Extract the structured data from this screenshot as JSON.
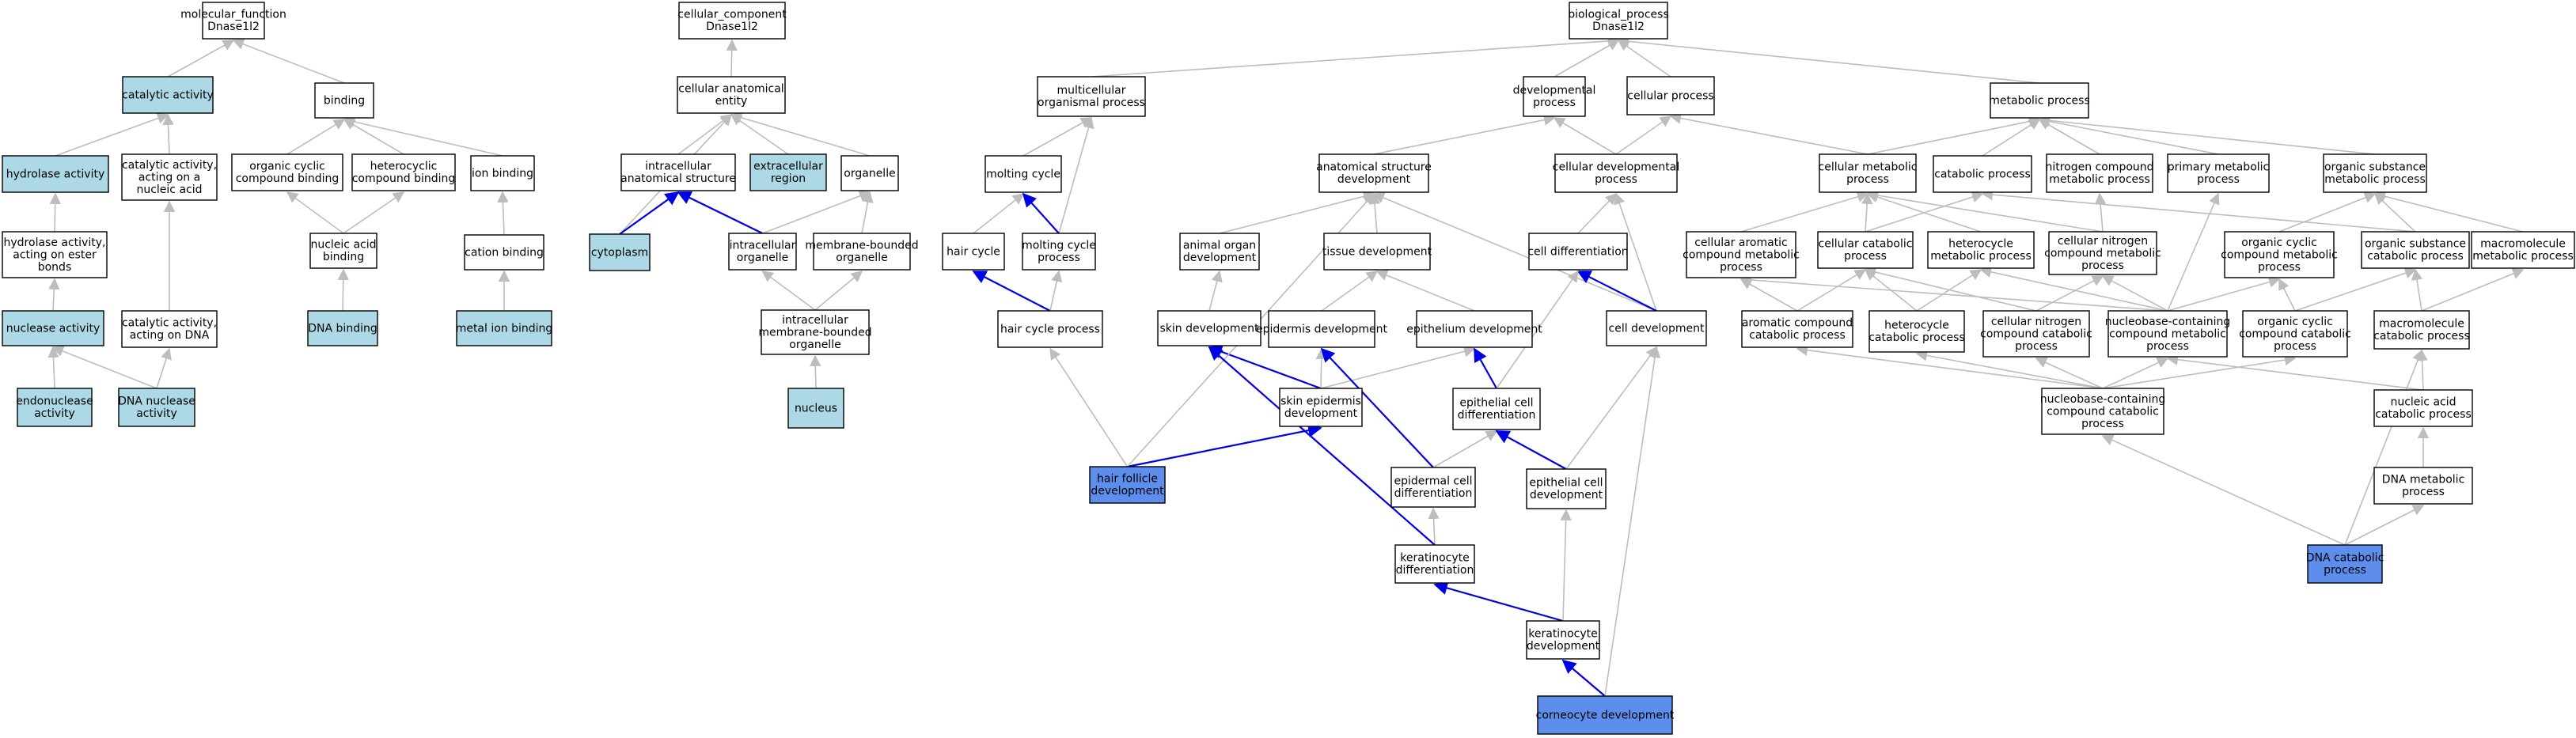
{
  "colors": {
    "plain": "#ffffff",
    "annotated": "#add8e6",
    "highlighted": "#5d8eeb",
    "edge_default": "#bdbdbd",
    "edge_path": "#0000e6"
  },
  "nodes": [
    {
      "id": "mf",
      "kind": "plain",
      "lines": [
        "molecular_function",
        "Dnase1l2"
      ]
    },
    {
      "id": "cat",
      "kind": "annotated",
      "lines": [
        "catalytic activity"
      ]
    },
    {
      "id": "bind",
      "kind": "plain",
      "lines": [
        "binding"
      ]
    },
    {
      "id": "hydro",
      "kind": "annotated",
      "lines": [
        "hydrolase activity"
      ]
    },
    {
      "id": "catnuc",
      "kind": "plain",
      "lines": [
        "catalytic activity,",
        "acting on a",
        "nucleic acid"
      ]
    },
    {
      "id": "ocb",
      "kind": "plain",
      "lines": [
        "organic cyclic",
        "compound binding"
      ]
    },
    {
      "id": "hcb",
      "kind": "plain",
      "lines": [
        "heterocyclic",
        "compound binding"
      ]
    },
    {
      "id": "ionb",
      "kind": "plain",
      "lines": [
        "ion binding"
      ]
    },
    {
      "id": "hydroester",
      "kind": "plain",
      "lines": [
        "hydrolase activity,",
        "acting on ester",
        "bonds"
      ]
    },
    {
      "id": "nab",
      "kind": "plain",
      "lines": [
        "nucleic acid",
        "binding"
      ]
    },
    {
      "id": "cationb",
      "kind": "plain",
      "lines": [
        "cation binding"
      ]
    },
    {
      "id": "nuclease",
      "kind": "annotated",
      "lines": [
        "nuclease activity"
      ]
    },
    {
      "id": "catdna",
      "kind": "plain",
      "lines": [
        "catalytic activity,",
        "acting on DNA"
      ]
    },
    {
      "id": "dnab",
      "kind": "annotated",
      "lines": [
        "DNA binding"
      ]
    },
    {
      "id": "metalb",
      "kind": "annotated",
      "lines": [
        "metal ion binding"
      ]
    },
    {
      "id": "endo",
      "kind": "annotated",
      "lines": [
        "endonuclease",
        "activity"
      ]
    },
    {
      "id": "dnanuc",
      "kind": "annotated",
      "lines": [
        "DNA nuclease",
        "activity"
      ]
    },
    {
      "id": "cc",
      "kind": "plain",
      "lines": [
        "cellular_component",
        "Dnase1l2"
      ]
    },
    {
      "id": "cae",
      "kind": "plain",
      "lines": [
        "cellular anatomical",
        "entity"
      ]
    },
    {
      "id": "icas",
      "kind": "plain",
      "lines": [
        "intracellular",
        "anatomical structure"
      ]
    },
    {
      "id": "exreg",
      "kind": "annotated",
      "lines": [
        "extracellular",
        "region"
      ]
    },
    {
      "id": "organelle",
      "kind": "plain",
      "lines": [
        "organelle"
      ]
    },
    {
      "id": "cyto",
      "kind": "annotated",
      "lines": [
        "cytoplasm"
      ]
    },
    {
      "id": "icorg",
      "kind": "plain",
      "lines": [
        "intracellular",
        "organelle"
      ]
    },
    {
      "id": "mbo",
      "kind": "plain",
      "lines": [
        "membrane-bounded",
        "organelle"
      ]
    },
    {
      "id": "imbo",
      "kind": "plain",
      "lines": [
        "intracellular",
        "membrane-bounded",
        "organelle"
      ]
    },
    {
      "id": "nucleus",
      "kind": "annotated",
      "lines": [
        "nucleus"
      ]
    },
    {
      "id": "bp",
      "kind": "plain",
      "lines": [
        "biological_process",
        "Dnase1l2"
      ]
    },
    {
      "id": "mop",
      "kind": "plain",
      "lines": [
        "multicellular",
        "organismal process"
      ]
    },
    {
      "id": "devp",
      "kind": "plain",
      "lines": [
        "developmental",
        "process"
      ]
    },
    {
      "id": "cellp",
      "kind": "plain",
      "lines": [
        "cellular process"
      ]
    },
    {
      "id": "metp",
      "kind": "plain",
      "lines": [
        "metabolic process"
      ]
    },
    {
      "id": "moltcyc",
      "kind": "plain",
      "lines": [
        "molting cycle"
      ]
    },
    {
      "id": "asd",
      "kind": "plain",
      "lines": [
        "anatomical structure",
        "development"
      ]
    },
    {
      "id": "cdp",
      "kind": "plain",
      "lines": [
        "cellular developmental",
        "process"
      ]
    },
    {
      "id": "cmp",
      "kind": "plain",
      "lines": [
        "cellular metabolic",
        "process"
      ]
    },
    {
      "id": "catp",
      "kind": "plain",
      "lines": [
        "catabolic process"
      ]
    },
    {
      "id": "ncmp",
      "kind": "plain",
      "lines": [
        "nitrogen compound",
        "metabolic process"
      ]
    },
    {
      "id": "pmp",
      "kind": "plain",
      "lines": [
        "primary metabolic",
        "process"
      ]
    },
    {
      "id": "osmp",
      "kind": "plain",
      "lines": [
        "organic substance",
        "metabolic process"
      ]
    },
    {
      "id": "haircyc",
      "kind": "plain",
      "lines": [
        "hair cycle"
      ]
    },
    {
      "id": "mcp",
      "kind": "plain",
      "lines": [
        "molting cycle",
        "process"
      ]
    },
    {
      "id": "aod",
      "kind": "plain",
      "lines": [
        "animal organ",
        "development"
      ]
    },
    {
      "id": "tisdev",
      "kind": "plain",
      "lines": [
        "tissue development"
      ]
    },
    {
      "id": "celldiff",
      "kind": "plain",
      "lines": [
        "cell differentiation"
      ]
    },
    {
      "id": "cacmp",
      "kind": "plain",
      "lines": [
        "cellular aromatic",
        "compound metabolic",
        "process"
      ]
    },
    {
      "id": "ccp",
      "kind": "plain",
      "lines": [
        "cellular catabolic",
        "process"
      ]
    },
    {
      "id": "hmp",
      "kind": "plain",
      "lines": [
        "heterocycle",
        "metabolic process"
      ]
    },
    {
      "id": "cncmp",
      "kind": "plain",
      "lines": [
        "cellular nitrogen",
        "compound metabolic",
        "process"
      ]
    },
    {
      "id": "occmp",
      "kind": "plain",
      "lines": [
        "organic cyclic",
        "compound metabolic",
        "process"
      ]
    },
    {
      "id": "oscp",
      "kind": "plain",
      "lines": [
        "organic substance",
        "catabolic process"
      ]
    },
    {
      "id": "mmp",
      "kind": "plain",
      "lines": [
        "macromolecule",
        "metabolic process"
      ]
    },
    {
      "id": "hcp",
      "kind": "plain",
      "lines": [
        "hair cycle process"
      ]
    },
    {
      "id": "skindev",
      "kind": "plain",
      "lines": [
        "skin development"
      ]
    },
    {
      "id": "epidev",
      "kind": "plain",
      "lines": [
        "epidermis development"
      ]
    },
    {
      "id": "epithdev",
      "kind": "plain",
      "lines": [
        "epithelium development"
      ]
    },
    {
      "id": "celldev",
      "kind": "plain",
      "lines": [
        "cell development"
      ]
    },
    {
      "id": "accp",
      "kind": "plain",
      "lines": [
        "aromatic compound",
        "catabolic process"
      ]
    },
    {
      "id": "hetcp",
      "kind": "plain",
      "lines": [
        "heterocycle",
        "catabolic process"
      ]
    },
    {
      "id": "cnccp",
      "kind": "plain",
      "lines": [
        "cellular nitrogen",
        "compound catabolic",
        "process"
      ]
    },
    {
      "id": "nbccmp",
      "kind": "plain",
      "lines": [
        "nucleobase-containing",
        "compound metabolic",
        "process"
      ]
    },
    {
      "id": "occcp",
      "kind": "plain",
      "lines": [
        "organic cyclic",
        "compound catabolic",
        "process"
      ]
    },
    {
      "id": "mcp2",
      "kind": "plain",
      "lines": [
        "macromolecule",
        "catabolic process"
      ]
    },
    {
      "id": "sed",
      "kind": "plain",
      "lines": [
        "skin epidermis",
        "development"
      ]
    },
    {
      "id": "ecdiff",
      "kind": "plain",
      "lines": [
        "epithelial cell",
        "differentiation"
      ]
    },
    {
      "id": "nbcccp",
      "kind": "plain",
      "lines": [
        "nucleobase-containing",
        "compound catabolic",
        "process"
      ]
    },
    {
      "id": "nacp",
      "kind": "plain",
      "lines": [
        "nucleic acid",
        "catabolic process"
      ]
    },
    {
      "id": "hfd",
      "kind": "highlighted",
      "lines": [
        "hair follicle",
        "development"
      ]
    },
    {
      "id": "epicd",
      "kind": "plain",
      "lines": [
        "epidermal cell",
        "differentiation"
      ]
    },
    {
      "id": "ecdev",
      "kind": "plain",
      "lines": [
        "epithelial cell",
        "development"
      ]
    },
    {
      "id": "dnamp",
      "kind": "plain",
      "lines": [
        "DNA metabolic",
        "process"
      ]
    },
    {
      "id": "kdiff",
      "kind": "plain",
      "lines": [
        "keratinocyte",
        "differentiation"
      ]
    },
    {
      "id": "dnacp",
      "kind": "highlighted",
      "lines": [
        "DNA catabolic",
        "process"
      ]
    },
    {
      "id": "kdev",
      "kind": "plain",
      "lines": [
        "keratinocyte",
        "development"
      ]
    },
    {
      "id": "corn",
      "kind": "highlighted",
      "lines": [
        "corneocyte development"
      ]
    }
  ],
  "edges": [
    {
      "from": "cat",
      "to": "mf",
      "path": false
    },
    {
      "from": "bind",
      "to": "mf",
      "path": false
    },
    {
      "from": "hydro",
      "to": "cat",
      "path": false
    },
    {
      "from": "catnuc",
      "to": "cat",
      "path": false
    },
    {
      "from": "ocb",
      "to": "bind",
      "path": false
    },
    {
      "from": "hcb",
      "to": "bind",
      "path": false
    },
    {
      "from": "ionb",
      "to": "bind",
      "path": false
    },
    {
      "from": "hydroester",
      "to": "hydro",
      "path": false
    },
    {
      "from": "nab",
      "to": "ocb",
      "path": false
    },
    {
      "from": "nab",
      "to": "hcb",
      "path": false
    },
    {
      "from": "cationb",
      "to": "ionb",
      "path": false
    },
    {
      "from": "nuclease",
      "to": "hydroester",
      "path": false
    },
    {
      "from": "catdna",
      "to": "catnuc",
      "path": false
    },
    {
      "from": "dnab",
      "to": "nab",
      "path": false
    },
    {
      "from": "metalb",
      "to": "cationb",
      "path": false
    },
    {
      "from": "endo",
      "to": "nuclease",
      "path": false
    },
    {
      "from": "dnanuc",
      "to": "nuclease",
      "path": false
    },
    {
      "from": "dnanuc",
      "to": "catdna",
      "path": false
    },
    {
      "from": "cae",
      "to": "cc",
      "path": false
    },
    {
      "from": "icas",
      "to": "cae",
      "path": false
    },
    {
      "from": "exreg",
      "to": "cae",
      "path": false
    },
    {
      "from": "organelle",
      "to": "cae",
      "path": false
    },
    {
      "from": "cyto",
      "to": "cae",
      "path": false
    },
    {
      "from": "cyto",
      "to": "icas",
      "path": true
    },
    {
      "from": "icorg",
      "to": "icas",
      "path": true
    },
    {
      "from": "icorg",
      "to": "organelle",
      "path": false
    },
    {
      "from": "mbo",
      "to": "organelle",
      "path": false
    },
    {
      "from": "imbo",
      "to": "icorg",
      "path": false
    },
    {
      "from": "imbo",
      "to": "mbo",
      "path": false
    },
    {
      "from": "nucleus",
      "to": "imbo",
      "path": false
    },
    {
      "from": "mop",
      "to": "bp",
      "path": false
    },
    {
      "from": "devp",
      "to": "bp",
      "path": false
    },
    {
      "from": "cellp",
      "to": "bp",
      "path": false
    },
    {
      "from": "metp",
      "to": "bp",
      "path": false
    },
    {
      "from": "moltcyc",
      "to": "mop",
      "path": false
    },
    {
      "from": "mcp",
      "to": "mop",
      "path": false
    },
    {
      "from": "asd",
      "to": "devp",
      "path": false
    },
    {
      "from": "cdp",
      "to": "devp",
      "path": false
    },
    {
      "from": "cdp",
      "to": "cellp",
      "path": false
    },
    {
      "from": "cmp",
      "to": "cellp",
      "path": false
    },
    {
      "from": "cmp",
      "to": "metp",
      "path": false
    },
    {
      "from": "catp",
      "to": "metp",
      "path": false
    },
    {
      "from": "ncmp",
      "to": "metp",
      "path": false
    },
    {
      "from": "pmp",
      "to": "metp",
      "path": false
    },
    {
      "from": "osmp",
      "to": "metp",
      "path": false
    },
    {
      "from": "haircyc",
      "to": "moltcyc",
      "path": false
    },
    {
      "from": "mcp",
      "to": "moltcyc",
      "path": true
    },
    {
      "from": "aod",
      "to": "asd",
      "path": false
    },
    {
      "from": "tisdev",
      "to": "asd",
      "path": false
    },
    {
      "from": "celldiff",
      "to": "cdp",
      "path": false
    },
    {
      "from": "celldev",
      "to": "cdp",
      "path": false
    },
    {
      "from": "celldev",
      "to": "asd",
      "path": false
    },
    {
      "from": "cacmp",
      "to": "cmp",
      "path": false
    },
    {
      "from": "ccp",
      "to": "cmp",
      "path": false
    },
    {
      "from": "ccp",
      "to": "catp",
      "path": false
    },
    {
      "from": "hmp",
      "to": "cmp",
      "path": false
    },
    {
      "from": "cncmp",
      "to": "cmp",
      "path": false
    },
    {
      "from": "cncmp",
      "to": "ncmp",
      "path": false
    },
    {
      "from": "occmp",
      "to": "osmp",
      "path": false
    },
    {
      "from": "oscp",
      "to": "osmp",
      "path": false
    },
    {
      "from": "oscp",
      "to": "catp",
      "path": false
    },
    {
      "from": "mmp",
      "to": "osmp",
      "path": false
    },
    {
      "from": "hcp",
      "to": "haircyc",
      "path": true
    },
    {
      "from": "hcp",
      "to": "mcp",
      "path": false
    },
    {
      "from": "skindev",
      "to": "aod",
      "path": false
    },
    {
      "from": "epidev",
      "to": "tisdev",
      "path": false
    },
    {
      "from": "epithdev",
      "to": "tisdev",
      "path": false
    },
    {
      "from": "celldev",
      "to": "celldiff",
      "path": true
    },
    {
      "from": "accp",
      "to": "cacmp",
      "path": false
    },
    {
      "from": "accp",
      "to": "ccp",
      "path": false
    },
    {
      "from": "hetcp",
      "to": "hmp",
      "path": false
    },
    {
      "from": "hetcp",
      "to": "ccp",
      "path": false
    },
    {
      "from": "cnccp",
      "to": "cncmp",
      "path": false
    },
    {
      "from": "cnccp",
      "to": "ccp",
      "path": false
    },
    {
      "from": "nbccmp",
      "to": "cncmp",
      "path": false
    },
    {
      "from": "nbccmp",
      "to": "hmp",
      "path": false
    },
    {
      "from": "nbccmp",
      "to": "cacmp",
      "path": false
    },
    {
      "from": "nbccmp",
      "to": "occmp",
      "path": false
    },
    {
      "from": "nbccmp",
      "to": "pmp",
      "path": false
    },
    {
      "from": "occcp",
      "to": "occmp",
      "path": false
    },
    {
      "from": "occcp",
      "to": "oscp",
      "path": false
    },
    {
      "from": "mcp2",
      "to": "mmp",
      "path": false
    },
    {
      "from": "mcp2",
      "to": "oscp",
      "path": false
    },
    {
      "from": "sed",
      "to": "skindev",
      "path": true
    },
    {
      "from": "sed",
      "to": "epidev",
      "path": false
    },
    {
      "from": "sed",
      "to": "epithdev",
      "path": false
    },
    {
      "from": "ecdiff",
      "to": "epithdev",
      "path": true
    },
    {
      "from": "ecdiff",
      "to": "celldiff",
      "path": false
    },
    {
      "from": "nbcccp",
      "to": "nbccmp",
      "path": false
    },
    {
      "from": "nbcccp",
      "to": "accp",
      "path": false
    },
    {
      "from": "nbcccp",
      "to": "hetcp",
      "path": false
    },
    {
      "from": "nbcccp",
      "to": "cnccp",
      "path": false
    },
    {
      "from": "nbcccp",
      "to": "occcp",
      "path": false
    },
    {
      "from": "nacp",
      "to": "nbccmp",
      "path": false
    },
    {
      "from": "nacp",
      "to": "mcp2",
      "path": false
    },
    {
      "from": "hfd",
      "to": "sed",
      "path": true
    },
    {
      "from": "hfd",
      "to": "hcp",
      "path": false
    },
    {
      "from": "hfd",
      "to": "asd",
      "path": false
    },
    {
      "from": "epicd",
      "to": "epidev",
      "path": true
    },
    {
      "from": "epicd",
      "to": "ecdiff",
      "path": false
    },
    {
      "from": "ecdev",
      "to": "ecdiff",
      "path": true
    },
    {
      "from": "ecdev",
      "to": "celldev",
      "path": false
    },
    {
      "from": "dnamp",
      "to": "nacp",
      "path": false
    },
    {
      "from": "kdiff",
      "to": "epicd",
      "path": false
    },
    {
      "from": "kdiff",
      "to": "skindev",
      "path": true
    },
    {
      "from": "dnacp",
      "to": "dnamp",
      "path": false
    },
    {
      "from": "dnacp",
      "to": "nbcccp",
      "path": false
    },
    {
      "from": "dnacp",
      "to": "mcp2",
      "path": false
    },
    {
      "from": "kdev",
      "to": "kdiff",
      "path": true
    },
    {
      "from": "kdev",
      "to": "ecdev",
      "path": false
    },
    {
      "from": "corn",
      "to": "kdev",
      "path": true
    },
    {
      "from": "corn",
      "to": "celldev",
      "path": false
    }
  ]
}
